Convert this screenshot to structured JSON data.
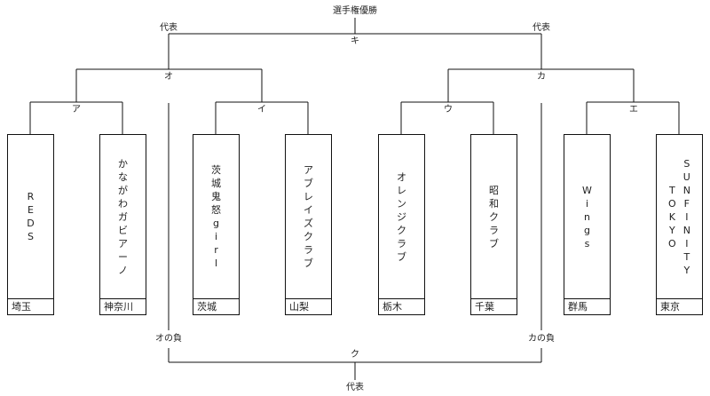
{
  "title": "選手権優勝",
  "labels": {
    "top_left_rep": "代表",
    "top_right_rep": "代表",
    "final": "キ",
    "semi_left": "オ",
    "semi_right": "カ",
    "q1": "ア",
    "q2": "イ",
    "q3": "ウ",
    "q4": "エ",
    "loser_left": "オの負",
    "loser_right": "カの負",
    "third": "ク",
    "bottom_rep": "代表"
  },
  "teams": [
    {
      "name_columns": [
        "REDS"
      ],
      "region": "埼玉"
    },
    {
      "name_columns": [
        "かながわガビアーノ"
      ],
      "region": "神奈川"
    },
    {
      "name_columns": [
        "茨城鬼怒girl"
      ],
      "region": "茨城"
    },
    {
      "name_columns": [
        "アブレイズクラブ"
      ],
      "region": "山梨"
    },
    {
      "name_columns": [
        "オレンジクラブ"
      ],
      "region": "栃木"
    },
    {
      "name_columns": [
        "昭和クラブ"
      ],
      "region": "千葉"
    },
    {
      "name_columns": [
        "Wings"
      ],
      "region": "群馬"
    },
    {
      "name_columns": [
        "SUNFINITY",
        "TOKYO"
      ],
      "region": "東京"
    }
  ]
}
